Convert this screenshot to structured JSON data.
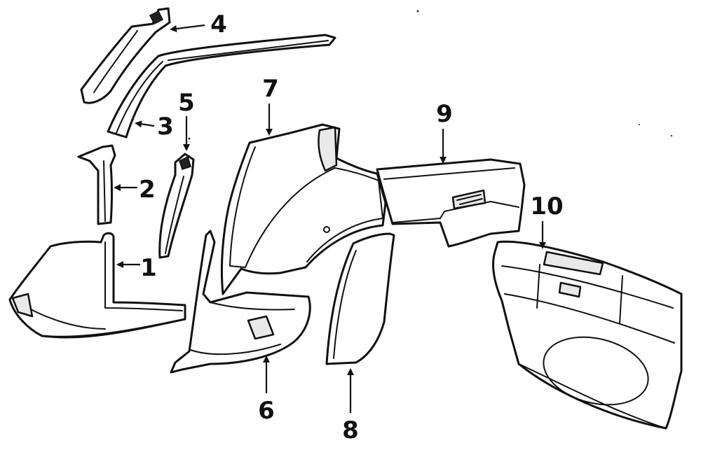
{
  "diagram": {
    "callouts": [
      {
        "id": "1",
        "label": "1"
      },
      {
        "id": "2",
        "label": "2"
      },
      {
        "id": "3",
        "label": "3"
      },
      {
        "id": "4",
        "label": "4"
      },
      {
        "id": "5",
        "label": "5"
      },
      {
        "id": "6",
        "label": "6"
      },
      {
        "id": "7",
        "label": "7"
      },
      {
        "id": "8",
        "label": "8"
      },
      {
        "id": "9",
        "label": "9"
      },
      {
        "id": "10",
        "label": "10"
      }
    ],
    "colors": {
      "ink": "#111111",
      "paper": "#ffffff",
      "shade": "#e9e9e9"
    }
  }
}
